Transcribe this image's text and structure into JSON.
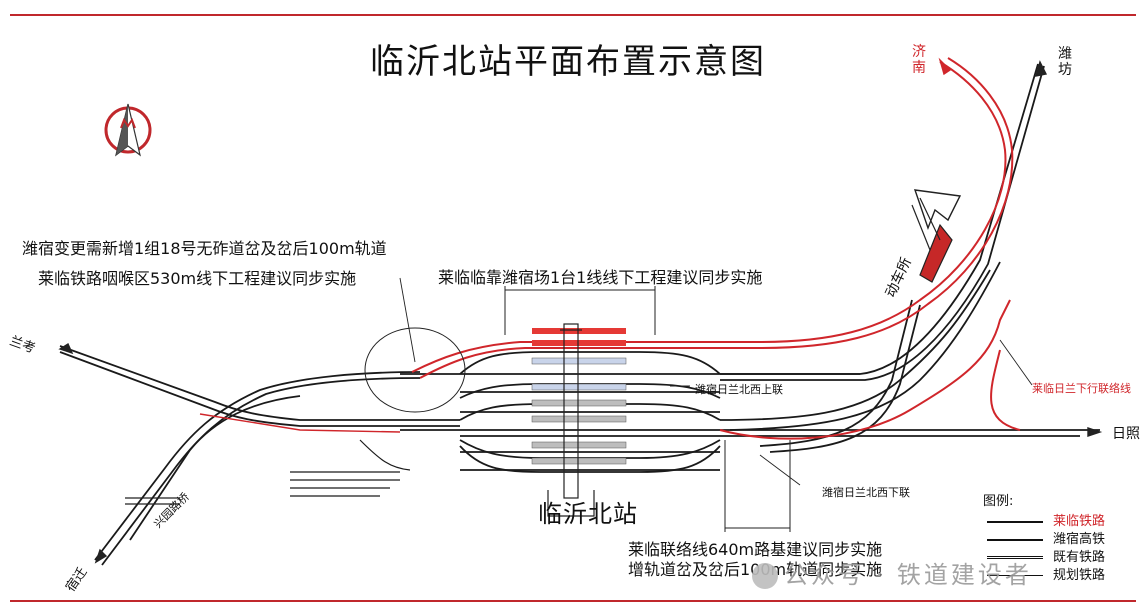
{
  "title": "临沂北站平面布置示意图",
  "notes": {
    "n1": "潍宿变更需新增1组18号无砟道岔及岔后100m轨道",
    "n2": "莱临铁路咽喉区530m线下工程建议同步实施",
    "n3": "莱临临靠潍宿场1台1线线下工程建议同步实施",
    "n4": "莱临联络线640m路基建议同步实施",
    "n5": "增轨道岔及岔后100m轨道同步实施"
  },
  "places": {
    "jinan": "济南",
    "weifang": "潍坊",
    "lankao": "兰考",
    "suqian": "宿迁",
    "rizhao": "日照",
    "dongchesuo": "动车所",
    "ganglu": "兴园路桥",
    "link1": "潍宿日兰北西上联",
    "link2": "潍宿日兰北西下联",
    "link3": "莱临日兰下行联络线"
  },
  "station_name": "临沂北站",
  "legend": {
    "title": "图例:",
    "items": [
      {
        "label": "莱临铁路",
        "color": "#d0262b",
        "style": "solid"
      },
      {
        "label": "潍宿高铁",
        "color": "#111111",
        "style": "solid"
      },
      {
        "label": "既有铁路",
        "color": "#111111",
        "style": "double"
      },
      {
        "label": "规划铁路",
        "color": "#111111",
        "style": "thin"
      }
    ]
  },
  "watermark": "公众号 · 铁道建设者",
  "colors": {
    "laiLin": "#d0262b",
    "track": "#1a1a1a",
    "platformBlue": "#c9d4ea",
    "platformRed": "#e53935",
    "frame": "#c0282c"
  }
}
